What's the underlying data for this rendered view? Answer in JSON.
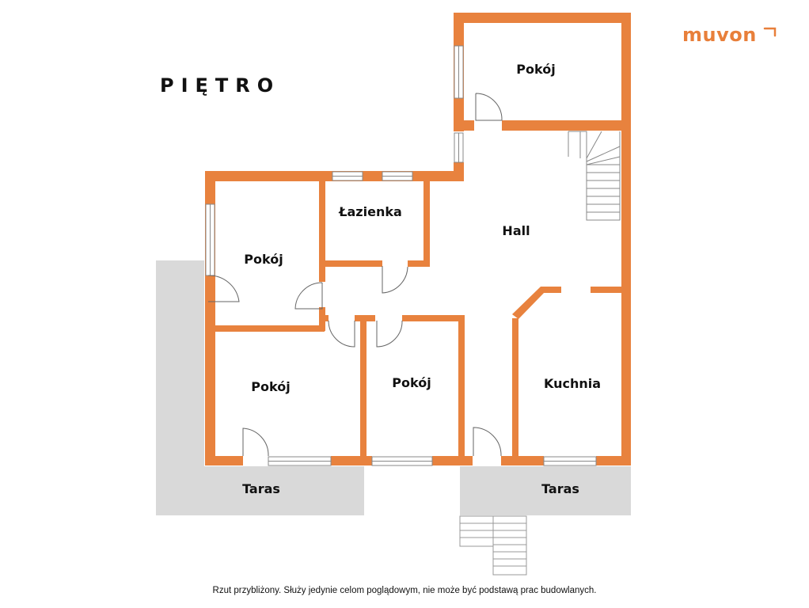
{
  "brand": {
    "logo_text": "muvon"
  },
  "title": "PIĘTRO",
  "rooms": {
    "room_top": "Pokój",
    "bathroom": "Łazienka",
    "hall": "Hall",
    "room_left": "Pokój",
    "room_bottom_left": "Pokój",
    "room_bottom_middle": "Pokój",
    "kitchen": "Kuchnia",
    "terrace_left": "Taras",
    "terrace_right": "Taras"
  },
  "disclaimer": "Rzut przybliżony. Służy jedynie celom poglądowym, nie może być podstawą prac budowlanych.",
  "colors": {
    "wall": "#e8823e",
    "terrace": "#d9d9d9",
    "text": "#111111",
    "brand": "#e87f3a"
  }
}
